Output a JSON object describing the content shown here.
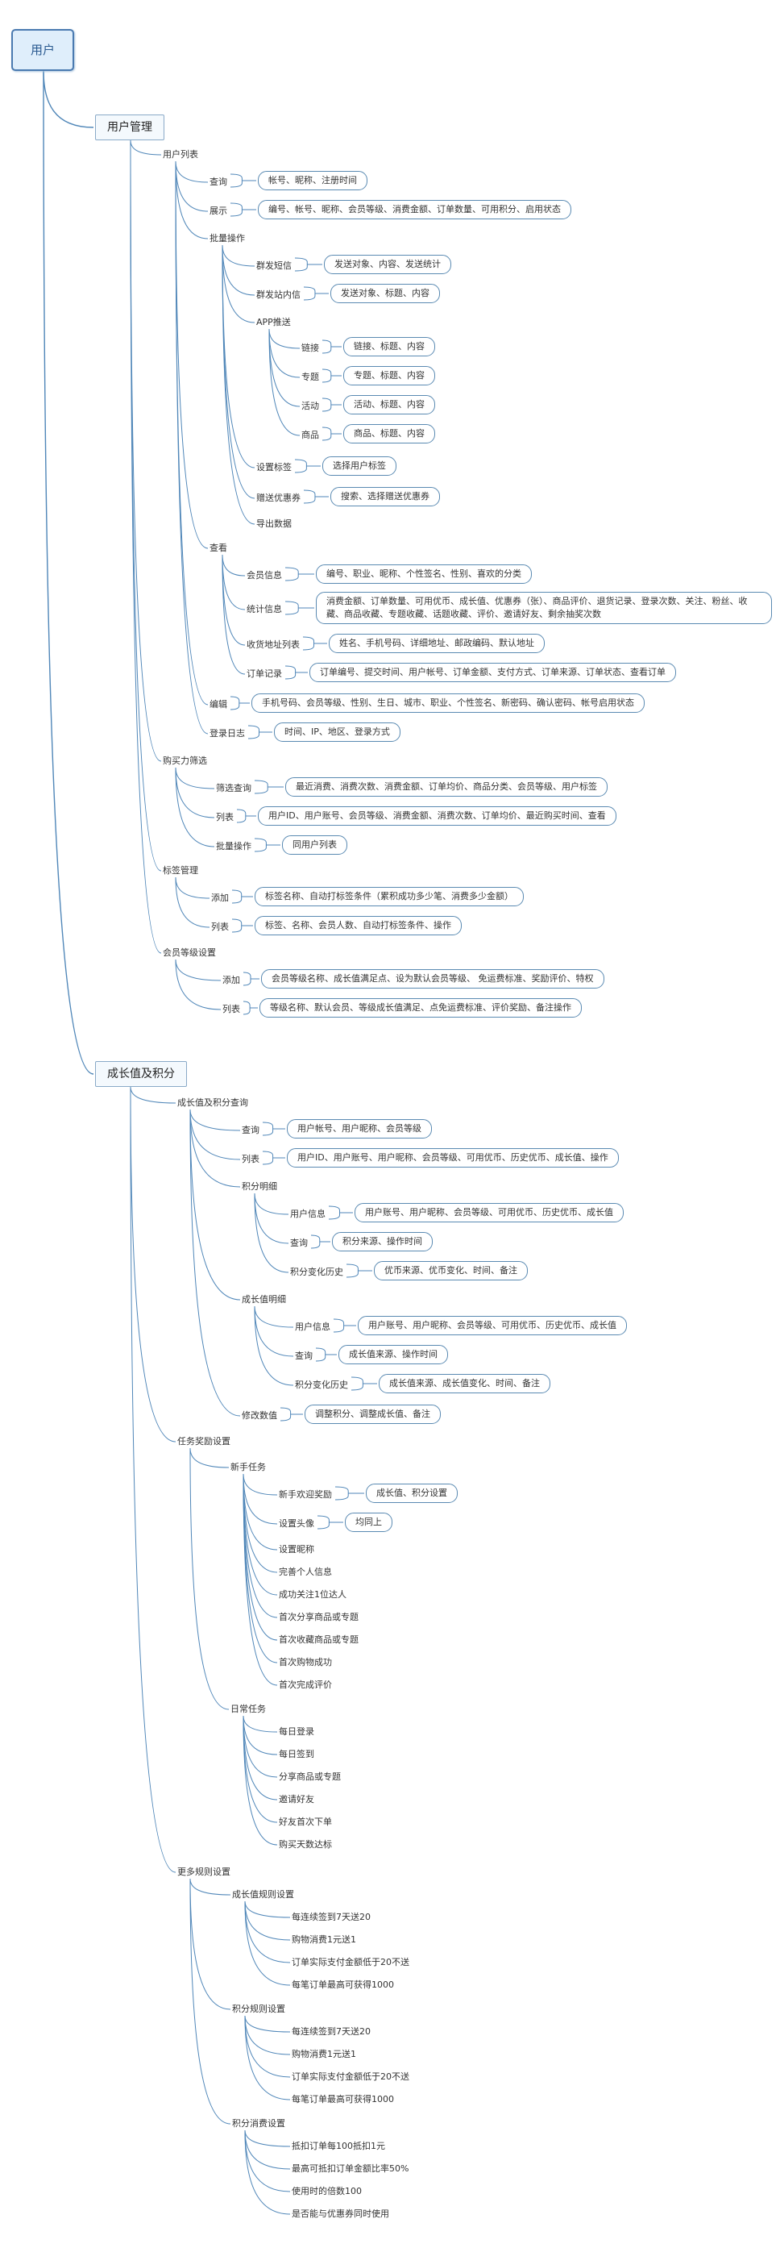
{
  "nodes": {
    "n_root": "用户",
    "n_um": "用户管理",
    "n_ul": "用户列表",
    "n_q1": "查询",
    "n_q1b": "帐号、昵称、注册时间",
    "n_zs": "展示",
    "n_zsb": "编号、帐号、昵称、会员等级、消费金额、订单数量、可用积分、启用状态",
    "n_pl": "批量操作",
    "n_qf": "群发短信",
    "n_qfb": "发送对象、内容、发送统计",
    "n_zn": "群发站内信",
    "n_znb": "发送对象、标题、内容",
    "n_app": "APP推送",
    "n_lj": "链接",
    "n_ljb": "链接、标题、内容",
    "n_zt": "专题",
    "n_ztb": "专题、标题、内容",
    "n_hd": "活动",
    "n_hdb": "活动、标题、内容",
    "n_sp": "商品",
    "n_spb": "商品、标题、内容",
    "n_szbq": "设置标签",
    "n_szbqb": "选择用户标签",
    "n_zsyh": "赠送优惠券",
    "n_zsyhb": "搜索、选择赠送优惠券",
    "n_dc": "导出数据",
    "n_ck": "查看",
    "n_hy": "会员信息",
    "n_hyb": "编号、职业、昵称、个性签名、性别、喜欢的分类",
    "n_tj": "统计信息",
    "n_tjb": "消费金额、订单数量、可用优币、成长值、优惠券（张）、商品评价、退货记录、登录次数、关注、粉丝、收藏、商品收藏、专题收藏、话题收藏、评价、邀请好友、剩余抽奖次数",
    "n_sh": "收货地址列表",
    "n_shb": "姓名、手机号码、详细地址、邮政编码、默认地址",
    "n_dd": "订单记录",
    "n_ddb": "订单编号、提交时间、用户帐号、订单金额、支付方式、订单来源、订单状态、查看订单",
    "n_bj": "编辑",
    "n_bjb": "手机号码、会员等级、性别、生日、城市、职业、个性签名、新密码、确认密码、帐号启用状态",
    "n_dl": "登录日志",
    "n_dlb": "时间、IP、地区、登录方式",
    "n_gm": "购买力筛选",
    "n_sx": "筛选查询",
    "n_sxb": "最近消费、消费次数、消费金额、订单均价、商品分类、会员等级、用户标签",
    "n_lb": "列表",
    "n_lbb": "用户ID、用户账号、会员等级、消费金额、消费次数、订单均价、最近购买时间、查看",
    "n_plc": "批量操作",
    "n_plcb": "同用户列表",
    "n_bqgl": "标签管理",
    "n_tj2": "添加",
    "n_tj2b": "标签名称、自动打标签条件（累积成功多少笔、消费多少金额）",
    "n_lb2": "列表",
    "n_lb2b": "标签、名称、会员人数、自动打标签条件、操作",
    "n_hydj": "会员等级设置",
    "n_tj3": "添加",
    "n_tj3b": "会员等级名称、成长值满足点、设为默认会员等级、 免运费标准、奖励评价、特权",
    "n_lb3": "列表",
    "n_lb3b": "等级名称、默认会员、等级成长值满足、点免运费标准、评价奖励、备注操作",
    "n_czz": "成长值及积分",
    "n_czcx": "成长值及积分查询",
    "n_cx4": "查询",
    "n_cx4b": "用户帐号、用户昵称、会员等级",
    "n_lb4": "列表",
    "n_lb4b": "用户ID、用户账号、用户昵称、会员等级、可用优币、历史优币、成长值、操作",
    "n_jfmx": "积分明细",
    "n_yh5": "用户信息",
    "n_yh5b": "用户账号、用户昵称、会员等级、可用优币、历史优币、成长值",
    "n_cx5": "查询",
    "n_cx5b": "积分来源、操作时间",
    "n_bh5": "积分变化历史",
    "n_bh5b": "优币来源、优币变化、时间、备注",
    "n_czmx": "成长值明细",
    "n_yh6": "用户信息",
    "n_yh6b": "用户账号、用户昵称、会员等级、可用优币、历史优币、成长值",
    "n_cx6": "查询",
    "n_cx6b": "成长值来源、操作时间",
    "n_bh6": "积分变化历史",
    "n_bh6b": "成长值来源、成长值变化、时间、备注",
    "n_xg": "修改数值",
    "n_xgb": "调整积分、调整成长值、备注",
    "n_rw": "任务奖励设置",
    "n_xs": "新手任务",
    "n_xshy": "新手欢迎奖励",
    "n_xshyb": "成长值、积分设置",
    "n_sztx": "设置头像",
    "n_sztxb": "均同上",
    "n_sznc": "设置昵称",
    "n_ws": "完善个人信息",
    "n_cg": "成功关注1位达人",
    "n_fx": "首次分享商品或专题",
    "n_sc": "首次收藏商品或专题",
    "n_gw": "首次购物成功",
    "n_pj": "首次完成评价",
    "n_rc": "日常任务",
    "n_mr": "每日登录",
    "n_qd": "每日签到",
    "n_fx2": "分享商品或专题",
    "n_yq": "邀请好友",
    "n_hyxd": "好友首次下单",
    "n_gwts": "购买天数达标",
    "n_gz": "更多规则设置",
    "n_czgz": "成长值规则设置",
    "n_a1": "每连续签到7天送20",
    "n_a2": "购物消费1元送1",
    "n_a3": "订单实际支付金额低于20不送",
    "n_a4": "每笔订单最高可获得1000",
    "n_jfgz": "积分规则设置",
    "n_b1": "每连续签到7天送20",
    "n_b2": "购物消费1元送1",
    "n_b3": "订单实际支付金额低于20不送",
    "n_b4": "每笔订单最高可获得1000",
    "n_jfxf": "积分消费设置",
    "n_c1": "抵扣订单每100抵扣1元",
    "n_c2": "最高可抵扣订单金额比率50%",
    "n_c3": "使用时的倍数100",
    "n_c4": "是否能与优惠券同时使用"
  },
  "colors": {
    "line": "#4f86b8",
    "border": "#5a8ab2",
    "root_fill": "#dfeefb"
  }
}
